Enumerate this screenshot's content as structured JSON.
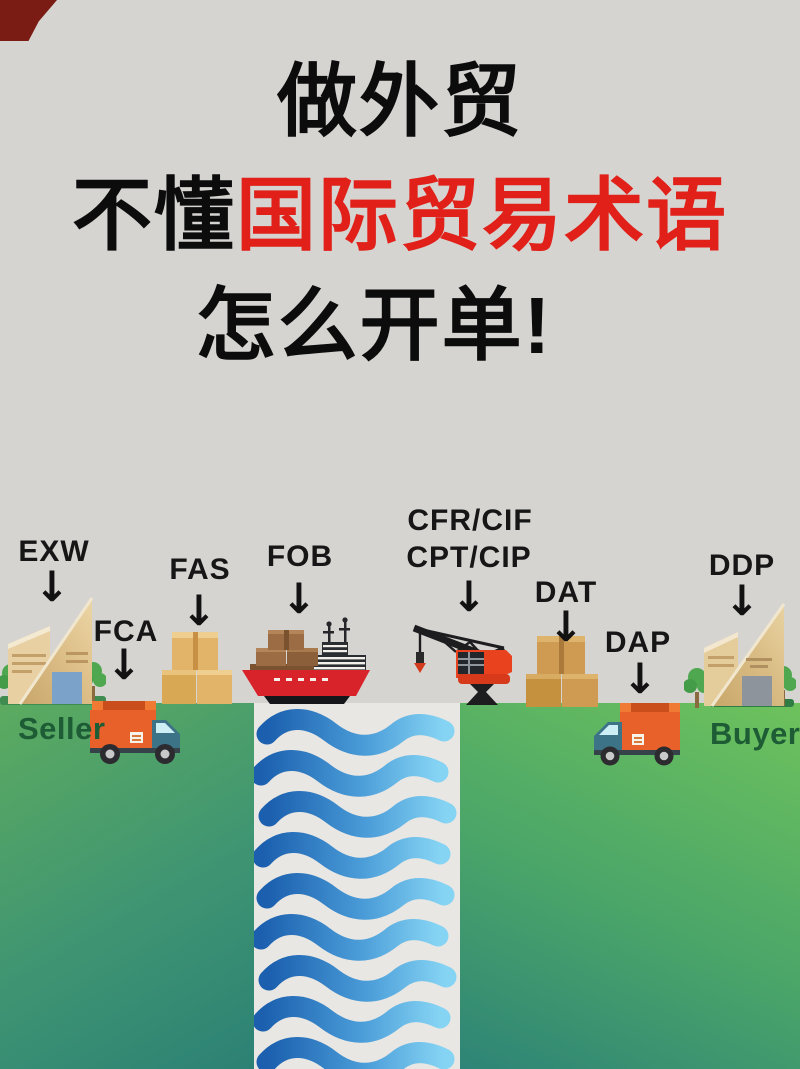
{
  "page": {
    "background": "#d6d4d1"
  },
  "title": {
    "line1": "做外贸",
    "line2_black": "不懂",
    "line2_red": "国际贸易术语",
    "line3": "怎么开单!",
    "text_color": "#0c0c0c",
    "highlight_color": "#e02019"
  },
  "scene": {
    "arrow_glyph": "↓",
    "seller_label": "Seller",
    "buyer_label": "Buyer",
    "role_label_color": "#1d5c35",
    "terms": [
      {
        "label": "EXW"
      },
      {
        "label": "FCA"
      },
      {
        "label": "FAS"
      },
      {
        "label": "FOB"
      },
      {
        "label": "CFR/CIF"
      },
      {
        "label": "CPT/CIP"
      },
      {
        "label": "DAT"
      },
      {
        "label": "DAP"
      },
      {
        "label": "DDP"
      }
    ],
    "colors": {
      "land_left_top": "#5cab60",
      "land_left_bottom": "#2c8174",
      "land_right_top": "#6ec25c",
      "land_right_bottom": "#2e8476",
      "water_background": "#e9e7e3",
      "wave_dark": "#1b5fae",
      "wave_light": "#86d4f4",
      "truck_orange": "#e8602a",
      "truck_cab_teal": "#3d7386",
      "ship_hull_red": "#d8232b",
      "crane_red": "#e8421f",
      "box_tan": "#e2b469",
      "building_beige": "#ddc18d"
    }
  }
}
